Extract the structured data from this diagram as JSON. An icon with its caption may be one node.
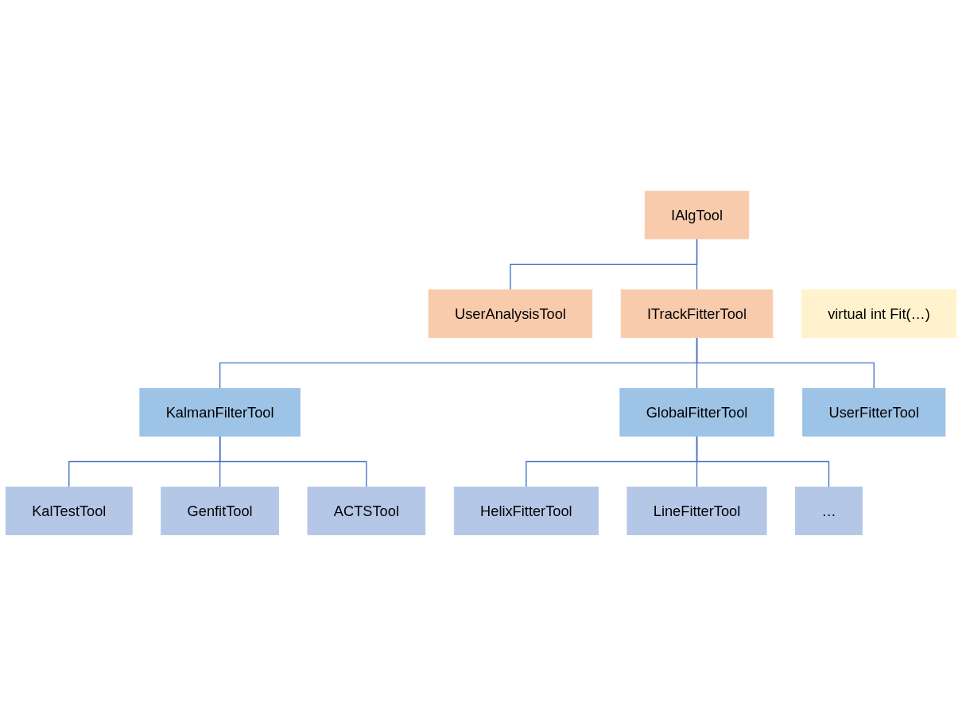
{
  "diagram": {
    "nodes": [
      {
        "text": [
          "IAlgTool"
        ]
      },
      {
        "text": [
          "UserAnalysisTool"
        ]
      },
      {
        "text": [
          "ITrackFitterTool"
        ]
      },
      {
        "text": [
          "virtual int Fit(…)"
        ]
      },
      {
        "text": [
          "KalmanFilterTool"
        ]
      },
      {
        "text": [
          "GlobalFitterTool"
        ]
      },
      {
        "text": [
          "UserFitterTool"
        ]
      },
      {
        "text": [
          "KalTestTool"
        ]
      },
      {
        "text": [
          "GenfitTool"
        ]
      },
      {
        "text": [
          "ACTSTool"
        ]
      },
      {
        "text": [
          "HelixFitterTool"
        ]
      },
      {
        "text": [
          "LineFitterTool"
        ]
      },
      {
        "text": [
          "…"
        ]
      }
    ],
    "edges": [
      {
        "from": 0,
        "to": 1,
        "arrow": "none"
      },
      {
        "from": 0,
        "to": 2,
        "arrow": "none"
      },
      {
        "from": 2,
        "to": 4,
        "arrow": "none"
      },
      {
        "from": 2,
        "to": 5,
        "arrow": "none"
      },
      {
        "from": 2,
        "to": 6,
        "arrow": "none"
      },
      {
        "from": 4,
        "to": 7,
        "arrow": "none"
      },
      {
        "from": 4,
        "to": 8,
        "arrow": "none"
      },
      {
        "from": 4,
        "to": 9,
        "arrow": "none"
      },
      {
        "from": 5,
        "to": 10,
        "arrow": "none"
      },
      {
        "from": 5,
        "to": 11,
        "arrow": "none"
      },
      {
        "from": 5,
        "to": 12,
        "arrow": "none"
      }
    ]
  }
}
